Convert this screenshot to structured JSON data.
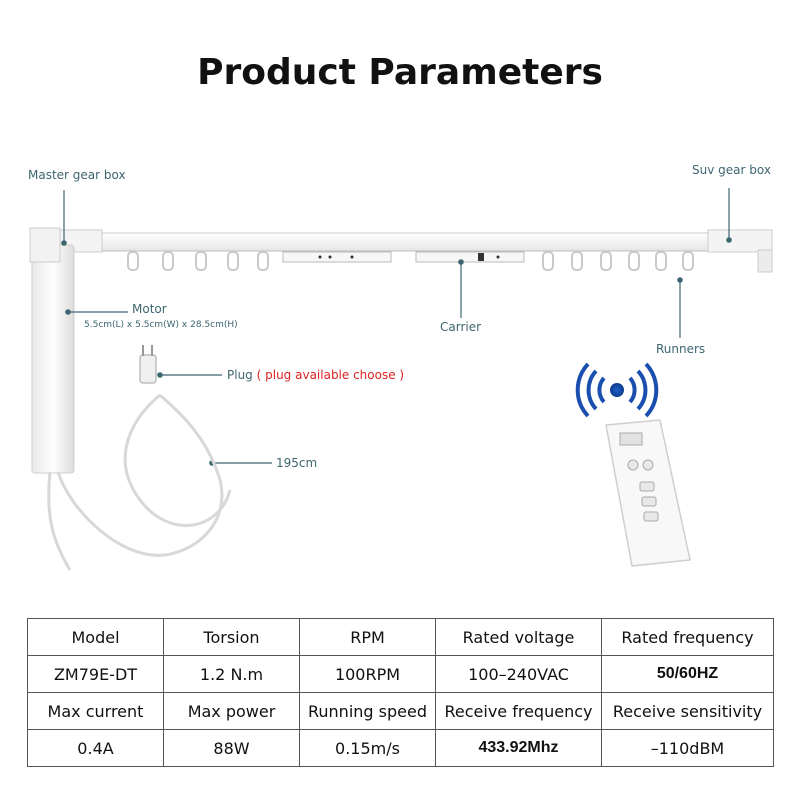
{
  "title": "Product Parameters",
  "labels": {
    "master_gear_box": "Master gear box",
    "suv_gear_box": "Suv gear box",
    "motor": "Motor",
    "motor_dims": "5.5cm(L) x 5.5cm(W) x 28.5cm(H)",
    "plug": "Plug",
    "plug_note": "( plug available  choose )",
    "cable_length": "195cm",
    "carrier": "Carrier",
    "runners": "Runners"
  },
  "icons": [
    "wifi-signal-icon",
    "remote-control-icon"
  ],
  "colors": {
    "callout_line": "#3d6670",
    "plug_note": "#d22222",
    "rail": "#ffffff"
  },
  "table": {
    "header1": [
      "Model",
      "Torsion",
      "RPM",
      "Rated voltage",
      "Rated frequency"
    ],
    "row1": [
      "ZM79E-DT",
      "1.2 N.m",
      "100RPM",
      "100–240VAC",
      "50/60HZ"
    ],
    "header2": [
      "Max current",
      "Max power",
      "Running speed",
      "Receive frequency",
      "Receive sensitivity"
    ],
    "row2": [
      "0.4A",
      "88W",
      "0.15m/s",
      "433.92Mhz",
      "–110dBM"
    ]
  }
}
